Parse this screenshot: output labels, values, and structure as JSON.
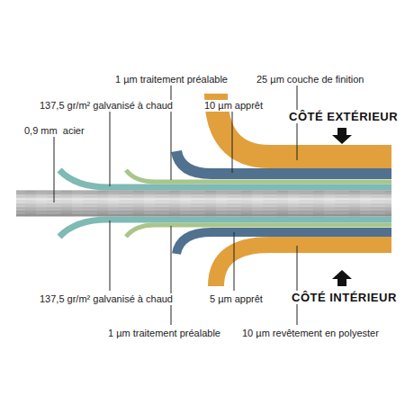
{
  "diagram": {
    "labels": [
      "1 µm traitement préalable",
      "25 µm couche de finition",
      "137,5 gr/m² galvanisé à chaud",
      "10 µm apprêt",
      "CÔTÉ EXTÉRIEUR",
      "0,9 mm  acier",
      "137,5 gr/m² galvanisé à chaud",
      "5 µm apprêt",
      "CÔTÉ INTÉRIEUR",
      "1 µm traitement préalable",
      "10 µm revêtement en polyester"
    ]
  }
}
